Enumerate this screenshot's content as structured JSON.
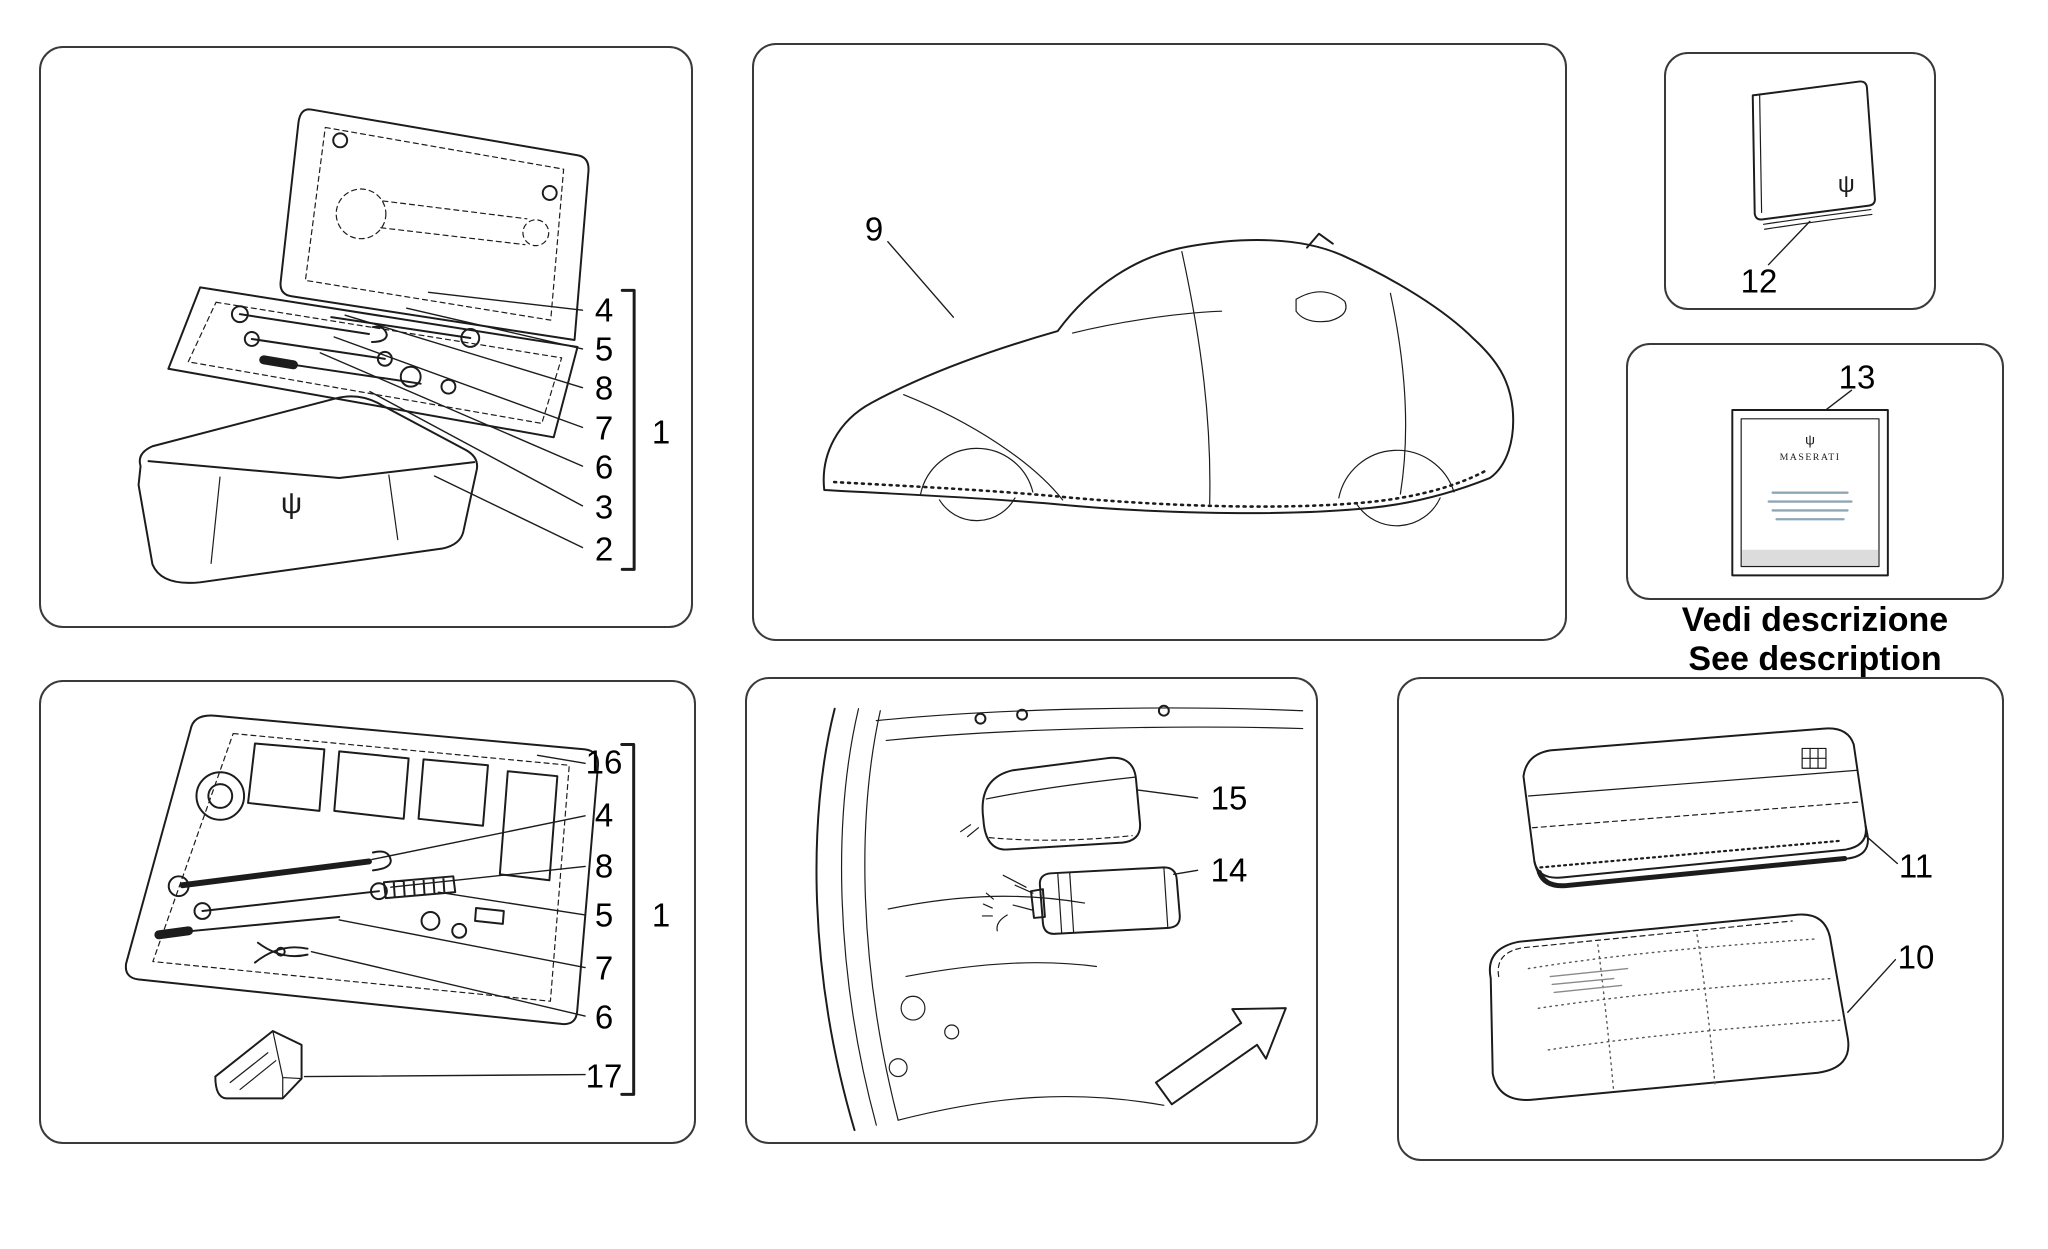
{
  "page": {
    "background": "#ffffff",
    "ink_color": "#1c1c1c",
    "panel_border_color": "#3a3a3a",
    "accent_lines_color": "#8fa6b6"
  },
  "icons": {
    "trident": "ψ"
  },
  "caption": {
    "line1": "Vedi descrizione",
    "line2": "See description"
  },
  "tool_kit_open": {
    "group_label": "1",
    "callouts": [
      "4",
      "5",
      "8",
      "7",
      "6",
      "3",
      "2"
    ]
  },
  "car_cover": {
    "callout": "9"
  },
  "booklet": {
    "callout": "12"
  },
  "frame_card": {
    "callout": "13",
    "brand": "MASERATI"
  },
  "tool_tray": {
    "group_label": "1",
    "callouts": [
      "16",
      "4",
      "8",
      "5",
      "7",
      "6",
      "17"
    ]
  },
  "trunk_kit": {
    "bag_callout": "15",
    "extinguisher_callout": "14"
  },
  "cases": {
    "top_case_callout": "11",
    "bottom_case_callout": "10"
  }
}
